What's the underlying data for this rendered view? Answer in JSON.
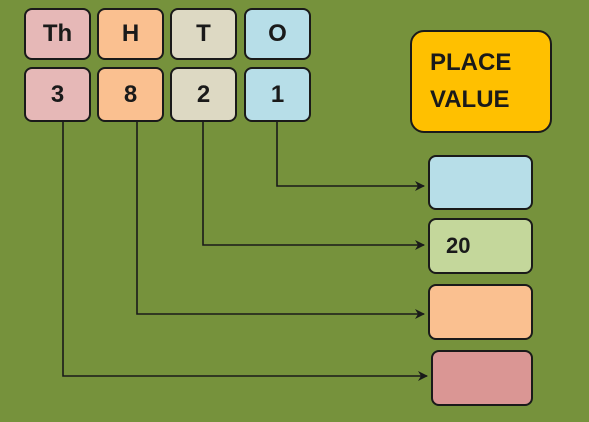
{
  "headers": {
    "thousands": "Th",
    "hundreds": "H",
    "tens": "T",
    "ones": "O"
  },
  "digits": {
    "thousands": "3",
    "hundreds": "8",
    "tens": "2",
    "ones": "1"
  },
  "title": {
    "line1": "PLACE",
    "line2": "VALUE"
  },
  "answers": {
    "ones": "",
    "tens": "20",
    "hundreds": "",
    "thousands": ""
  },
  "colors": {
    "background": "#76923c",
    "thousands": "#e6b8b7",
    "hundreds": "#fac090",
    "tens": "#ddd9c3",
    "ones": "#b7dee8",
    "title": "#ffc000",
    "answer_tens": "#c4d79b",
    "answer_thousands": "#da9694"
  }
}
